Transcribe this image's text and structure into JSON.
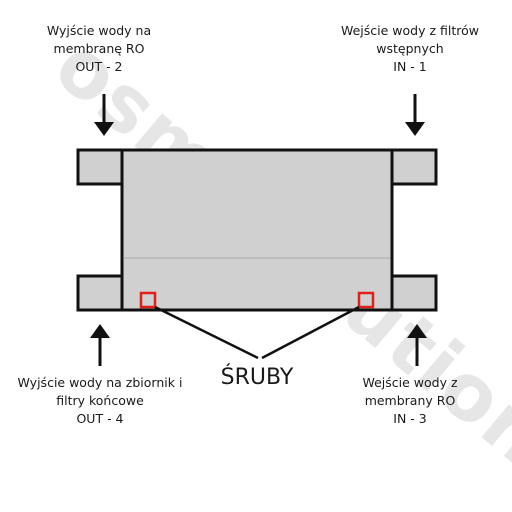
{
  "labels": {
    "out2": {
      "line1": "Wyjście wody na",
      "line2": "membranę RO",
      "line3": "OUT - 2"
    },
    "in1": {
      "line1": "Wejście wody z filtrów",
      "line2": "wstępnych",
      "line3": "IN - 1"
    },
    "out4": {
      "line1": "Wyjście wody na zbiornik i",
      "line2": "filtry końcowe",
      "line3": "OUT - 4"
    },
    "in3": {
      "line1": "Wejście wody z",
      "line2": "membrany RO",
      "line3": "IN - 3"
    },
    "screws": "ŚRUBY"
  },
  "watermark": "osmosolution",
  "colors": {
    "housing": "#d0d0d0",
    "outline": "#111111",
    "screw_marker": "#e0201b",
    "watermark": "#e6e6e6"
  }
}
